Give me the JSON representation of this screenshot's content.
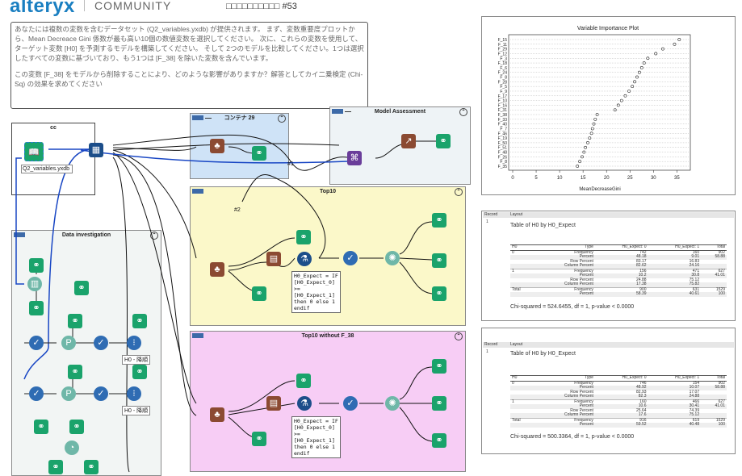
{
  "header": {
    "brand": "alteryx",
    "community": "COMMUNITY",
    "challenge_title": "□□□□□□□□□□ #53"
  },
  "description": {
    "para1": "あなたには複数の変数を含むデータセット (Q2_variables.yxdb) が提供されます。 まず、変数重要度プロットから、Mean Decreace Gini 係数が最も高い10個の数値変数を選択してください。 次に、これらの変数を使用して、ターゲット変数 [H0] を予測するモデルを構築してください。 そして 2つのモデルを比較してください。1つは選択したすべての変数に基づいており、もう1つは [F_38] を除いた変数を含んでいます。",
    "para2": "この変数 [F_38] をモデルから削除することにより、どのような影響がありますか？解答としてカイ二乗検定 (Chi-Sq) の効果を求めてください"
  },
  "containers": {
    "input": {
      "title": "cc",
      "file_label": "Q2_variables.yxdb"
    },
    "c29": {
      "title": "コンテナ 29"
    },
    "model_assessment": {
      "title": "Model Assessment"
    },
    "top10": {
      "title": "Top10"
    },
    "top10_wo": {
      "title": "Top10 without F_38"
    },
    "data_investigation": {
      "title": "Data investigation"
    }
  },
  "formula": {
    "text1": "H0_Expect = IF\n[H0_Expect_0]\n>=\n[H0_Expect_1]\nthen 0 else 1\nendif",
    "text2": "H0_Expect = IF\n[H0_Expect_0]\n>=\n[H0_Expect_1]\nthen 0 else 1\nendif"
  },
  "labels": {
    "h0_a": "H0 - 降順",
    "h0_b": "H0 - 降順",
    "conn1": "#1",
    "conn2": "#2"
  },
  "chart_data": {
    "type": "scatter",
    "title": "Variable Importance Plot",
    "xlabel": "MeanDecreaseGini",
    "ylabel": "",
    "xlim": [
      0,
      37
    ],
    "xticks": [
      0,
      5,
      10,
      15,
      20,
      25,
      30,
      35
    ],
    "categories": [
      "F_15",
      "F_11",
      "F_29",
      "F_12",
      "F_3",
      "F_18",
      "F_6",
      "F_24",
      "F_8",
      "F_28",
      "F_5",
      "F_9",
      "F_17",
      "F_10",
      "F_16",
      "F_31",
      "F_38",
      "F_33",
      "F_40",
      "F_7",
      "F_46",
      "F_19",
      "F_50",
      "F_51",
      "F_48",
      "F_26",
      "F_8",
      "F_35"
    ],
    "values": [
      35.5,
      34.5,
      32.0,
      30.5,
      28.8,
      28.0,
      27.5,
      27.0,
      26.5,
      26.0,
      25.5,
      24.8,
      24.0,
      23.2,
      22.5,
      21.8,
      18.0,
      17.6,
      17.3,
      17.0,
      16.8,
      16.4,
      16.0,
      15.5,
      15.2,
      14.8,
      14.3,
      13.8
    ]
  },
  "report1": {
    "record_header": "Record",
    "layout_header": "Layout",
    "record_num": "1",
    "table_title": "Table of H0 by H0_Expect",
    "columns": [
      "H0",
      "Type",
      "H0_Expect: 0",
      "H0_Expect: 1",
      "Total"
    ],
    "rows": [
      [
        "0",
        "Frequency",
        "742",
        "160",
        "902"
      ],
      [
        "",
        "Percent",
        "48.18",
        "9.01",
        "58.88"
      ],
      [
        "",
        "Row Percent",
        "83.17",
        "16.83",
        ""
      ],
      [
        "",
        "Column Percent",
        "82.62",
        "24.16",
        ""
      ],
      [
        "1",
        "Frequency",
        "156",
        "471",
        "627"
      ],
      [
        "",
        "Percent",
        "10.2",
        "30.8",
        "41.01"
      ],
      [
        "",
        "Row Percent",
        "24.88",
        "75.12",
        ""
      ],
      [
        "",
        "Column Percent",
        "17.38",
        "75.82",
        ""
      ],
      [
        "Total",
        "Frequency",
        "900",
        "631",
        "1529"
      ],
      [
        "",
        "Percent",
        "58.39",
        "40.61",
        "100"
      ]
    ],
    "chi": "Chi-squared = 524.6455, df = 1, p-value < 0.0000"
  },
  "report2": {
    "record_header": "Record",
    "layout_header": "Layout",
    "record_num": "1",
    "table_title": "Table of H0 by H0_Expect",
    "columns": [
      "H0",
      "Type",
      "H0_Expect: 0",
      "H0_Expect: 1",
      "Total"
    ],
    "rows": [
      [
        "0",
        "Frequency",
        "746",
        "154",
        "902"
      ],
      [
        "",
        "Percent",
        "48.92",
        "10.07",
        "58.88"
      ],
      [
        "",
        "Row Percent",
        "82.93",
        "17.07",
        ""
      ],
      [
        "",
        "Column Percent",
        "82.3",
        "24.88",
        ""
      ],
      [
        "1",
        "Frequency",
        "160",
        "466",
        "627"
      ],
      [
        "",
        "Percent",
        "10.6",
        "30.41",
        "41.01"
      ],
      [
        "",
        "Row Percent",
        "25.64",
        "74.39",
        ""
      ],
      [
        "",
        "Column Percent",
        "17.6",
        "75.12",
        ""
      ],
      [
        "Total",
        "Frequency",
        "916",
        "619",
        "1529"
      ],
      [
        "",
        "Percent",
        "59.52",
        "40.48",
        "100"
      ]
    ],
    "chi": "Chi-squared = 500.3364, df = 1, p-value < 0.0000"
  },
  "colors": {
    "brand": "#1a7fc1",
    "c29_bg": "#cfe3f7",
    "model_bg": "#eef3f6",
    "top10_bg": "#fbf8c9",
    "top10wo_bg": "#f7cdf5",
    "datainv_bg": "#f2f5f4"
  }
}
